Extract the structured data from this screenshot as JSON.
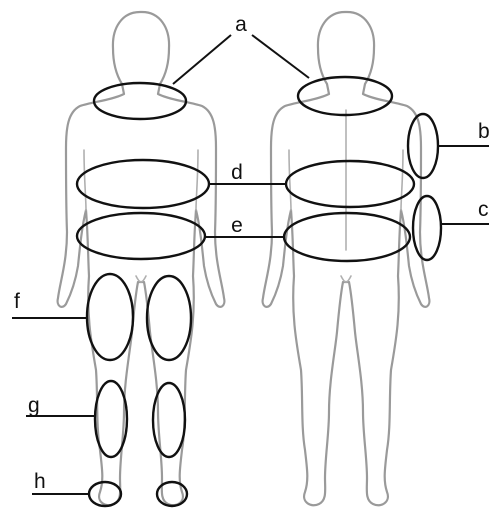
{
  "labels": {
    "a": "a",
    "b": "b",
    "c": "c",
    "d": "d",
    "e": "e",
    "f": "f",
    "g": "g",
    "h": "h"
  },
  "colors": {
    "outline": "#9a9a9a",
    "ellipse": "#111111",
    "background": "#ffffff"
  }
}
